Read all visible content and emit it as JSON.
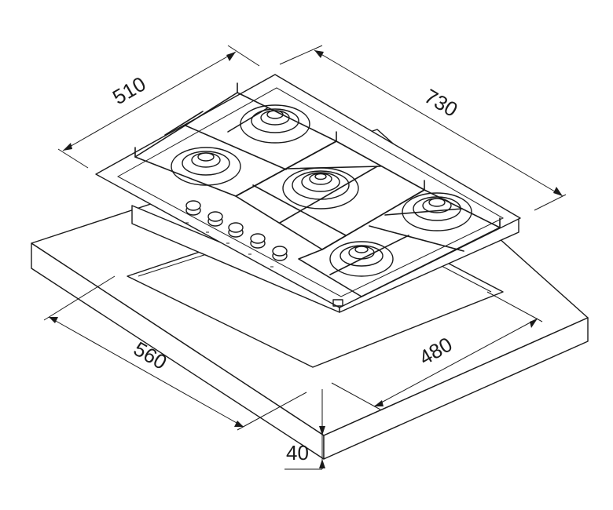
{
  "drawing": {
    "dimensions": {
      "depth_top": "510",
      "width_top": "730",
      "cutout_width": "560",
      "cutout_depth": "480",
      "worktop_thickness": "40"
    },
    "appliance": "gas-hob-5-burners",
    "burner_count": 5,
    "knob_count": 5,
    "line_color": "#1a1a1a",
    "background": "#ffffff"
  }
}
